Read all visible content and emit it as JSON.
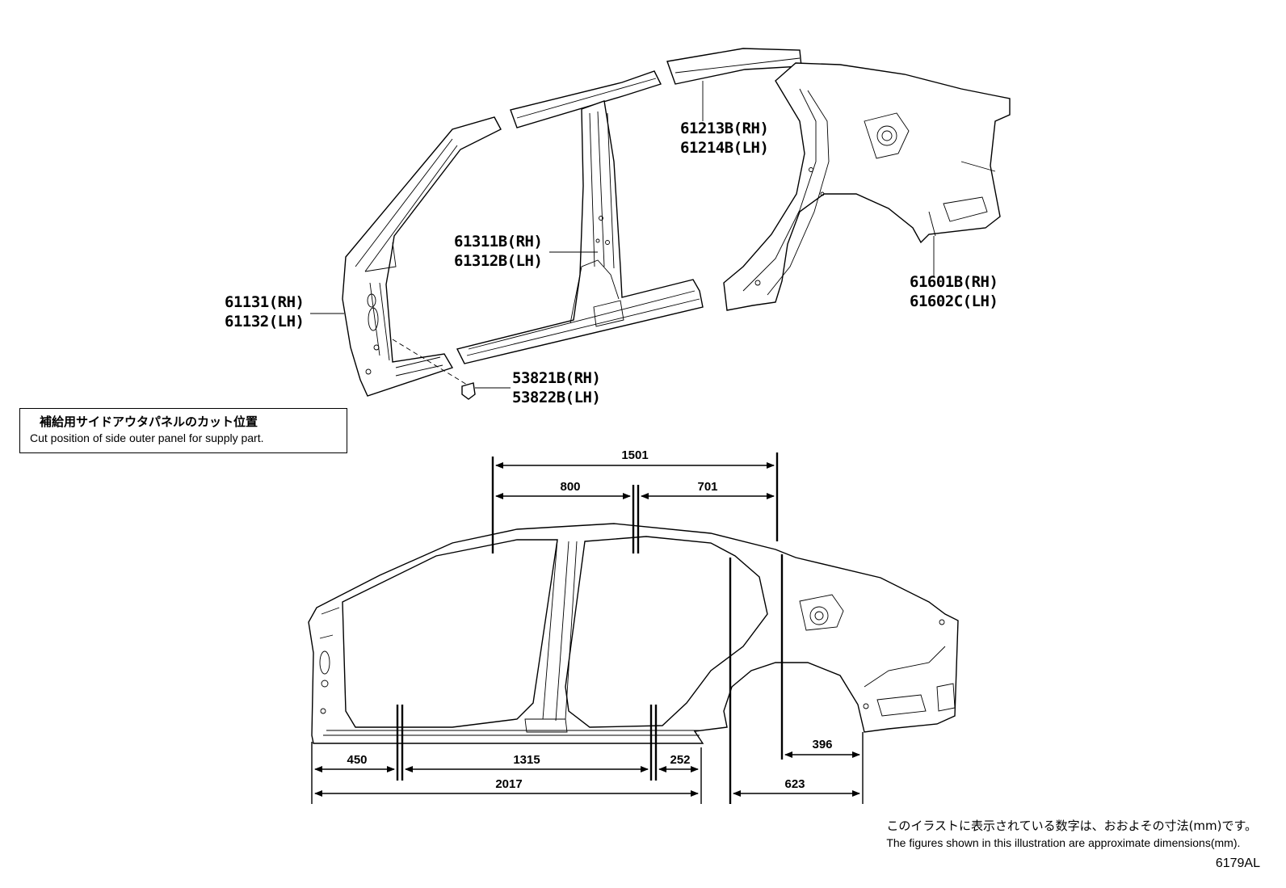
{
  "parts": [
    {
      "id": "roof-side-front",
      "label_rh": "61131(RH)",
      "label_lh": "61132(LH)"
    },
    {
      "id": "center-pillar",
      "label_rh": "61311B(RH)",
      "label_lh": "61312B(LH)"
    },
    {
      "id": "roof-rail",
      "label_rh": "61213B(RH)",
      "label_lh": "61214B(LH)"
    },
    {
      "id": "quarter-panel",
      "label_rh": "61601B(RH)",
      "label_lh": "61602C(LH)"
    },
    {
      "id": "clip",
      "label_rh": "53821B(RH)",
      "label_lh": "53822B(LH)"
    }
  ],
  "legend": {
    "jp": "補給用サイドアウタパネルのカット位置",
    "en": "Cut position of side outer panel for supply part."
  },
  "dimensions": {
    "top_total": "1501",
    "top_left": "800",
    "top_right": "701",
    "bottom_a": "450",
    "bottom_b": "1315",
    "bottom_c": "252",
    "bottom_total": "2017",
    "rear_upper": "396",
    "rear_lower": "623"
  },
  "note": {
    "jp": "このイラストに表示されている数字は、おおよその寸法(mm)です。",
    "en": "The figures shown in this illustration are approximate dimensions(mm)."
  },
  "illustration_code": "6179AL"
}
